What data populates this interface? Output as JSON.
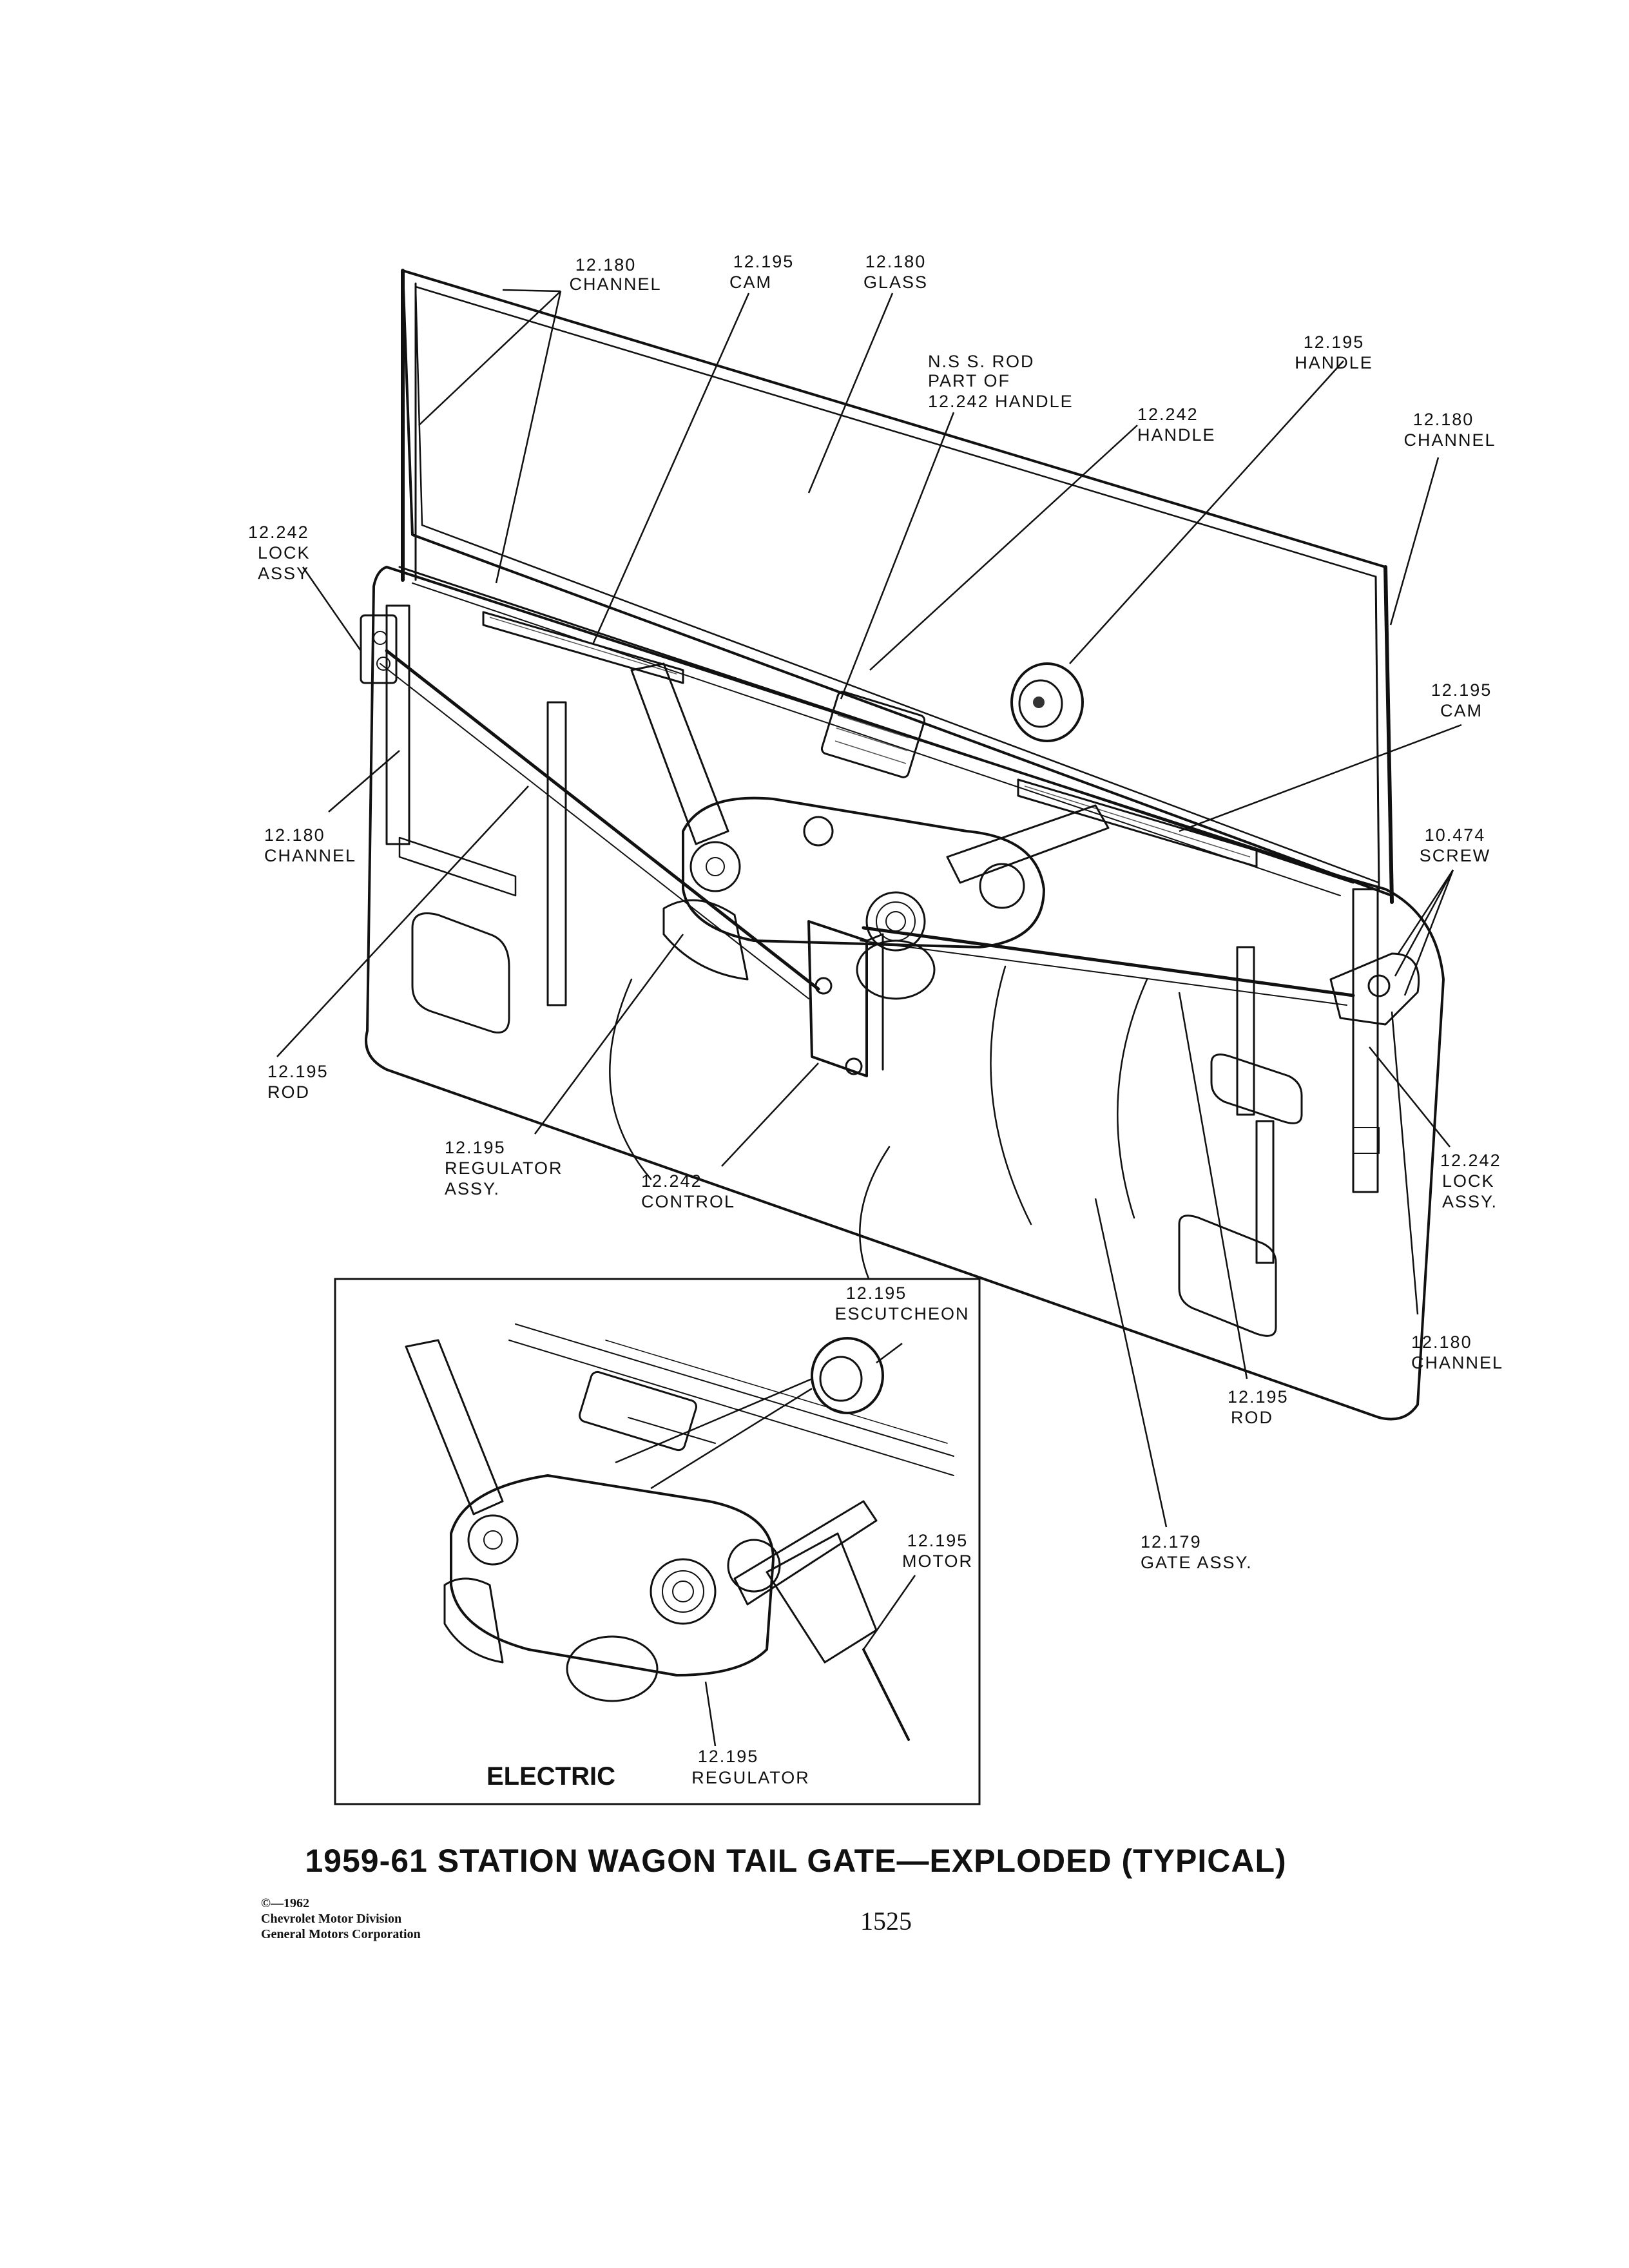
{
  "labels": {
    "channel_top": {
      "ref": "12.180",
      "name": "CHANNEL"
    },
    "cam_top": {
      "ref": "12.195",
      "name": "CAM"
    },
    "glass": {
      "ref": "12.180",
      "name": "GLASS"
    },
    "nss_rod": {
      "line1": "N.S S. ROD",
      "line2": "PART OF",
      "line3": "12.242 HANDLE"
    },
    "handle_242": {
      "ref": "12.242",
      "name": "HANDLE"
    },
    "handle_195": {
      "ref": "12.195",
      "name": "HANDLE"
    },
    "channel_right": {
      "ref": "12.180",
      "name": "CHANNEL"
    },
    "lock_left": {
      "ref": "12.242",
      "name1": "LOCK",
      "name2": "ASSY"
    },
    "cam_right": {
      "ref": "12.195",
      "name": "CAM"
    },
    "screw": {
      "ref": "10.474",
      "name": "SCREW"
    },
    "channel_left": {
      "ref": "12.180",
      "name": "CHANNEL"
    },
    "rod_left": {
      "ref": "12.195",
      "name": "ROD"
    },
    "regulator": {
      "ref": "12.195",
      "name1": "REGULATOR",
      "name2": "ASSY."
    },
    "control": {
      "ref": "12.242",
      "name": "CONTROL"
    },
    "lock_right": {
      "ref": "12.242",
      "name1": "LOCK",
      "name2": "ASSY."
    },
    "channel_lower": {
      "ref": "12.180",
      "name": "CHANNEL"
    },
    "rod_right": {
      "ref": "12.195",
      "name": "ROD"
    },
    "gate": {
      "ref": "12.179",
      "name": "GATE ASSY."
    }
  },
  "inset": {
    "title": "ELECTRIC",
    "escutcheon": {
      "ref": "12.195",
      "name": "ESCUTCHEON"
    },
    "motor": {
      "ref": "12.195",
      "name": "MOTOR"
    },
    "regulator": {
      "ref": "12.195",
      "name": "REGULATOR"
    }
  },
  "caption": "1959-61 STATION WAGON TAIL GATE—EXPLODED (TYPICAL)",
  "copyright": {
    "line1": "©—1962",
    "line2": "Chevrolet Motor Division",
    "line3": "General Motors Corporation"
  },
  "page_number": "1525"
}
